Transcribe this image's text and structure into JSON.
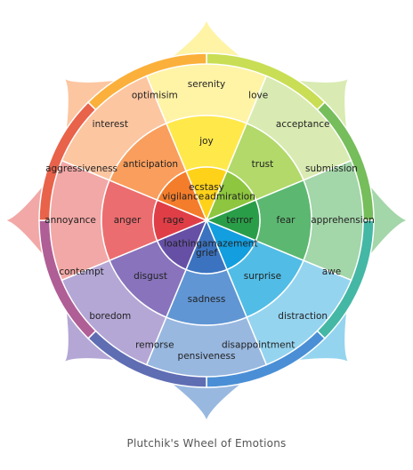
{
  "caption": "Plutchik's Wheel of Emotions",
  "sectors": [
    {
      "key": "joy",
      "center": "ecstasy",
      "middle": "joy",
      "outer": "serenity",
      "colors": [
        "#ffd21a",
        "#ffe84a",
        "#fff3a6"
      ]
    },
    {
      "key": "trust",
      "center": "admiration",
      "middle": "trust",
      "outer": "acceptance",
      "colors": [
        "#8ec63f",
        "#b2d96a",
        "#d9ebb2"
      ]
    },
    {
      "key": "fear",
      "center": "terror",
      "middle": "fear",
      "outer": "apprehension",
      "colors": [
        "#2a9d48",
        "#5cb871",
        "#a3d6a9"
      ]
    },
    {
      "key": "surprise",
      "center": "amazement",
      "middle": "surprise",
      "outer": "distraction",
      "colors": [
        "#139edf",
        "#51bde6",
        "#95d4ef"
      ]
    },
    {
      "key": "sadness",
      "center": "grief",
      "middle": "sadness",
      "outer": "pensiveness",
      "colors": [
        "#3b73c0",
        "#6196d4",
        "#98b8e0"
      ]
    },
    {
      "key": "disgust",
      "center": "loathing",
      "middle": "disgust",
      "outer": "boredom",
      "colors": [
        "#6650a6",
        "#8873bc",
        "#b4a7d6"
      ]
    },
    {
      "key": "anger",
      "center": "rage",
      "middle": "anger",
      "outer": "annoyance",
      "colors": [
        "#e03e47",
        "#ec6d6f",
        "#f2a8a6"
      ]
    },
    {
      "key": "anticipation",
      "center": "vigilance",
      "middle": "anticipation",
      "outer": "interest",
      "colors": [
        "#f47d2b",
        "#f99e5c",
        "#fcc6a1"
      ]
    }
  ],
  "dyads": [
    {
      "label": "love",
      "color": "#c9de54"
    },
    {
      "label": "submission",
      "color": "#76bd5b"
    },
    {
      "label": "awe",
      "color": "#45b7a5"
    },
    {
      "label": "disappointment",
      "color": "#4a8fd6"
    },
    {
      "label": "remorse",
      "color": "#5f6db3"
    },
    {
      "label": "contempt",
      "color": "#b05e96"
    },
    {
      "label": "aggressiveness",
      "color": "#e9624a"
    },
    {
      "label": "optimisim",
      "color": "#fbb03b"
    }
  ]
}
